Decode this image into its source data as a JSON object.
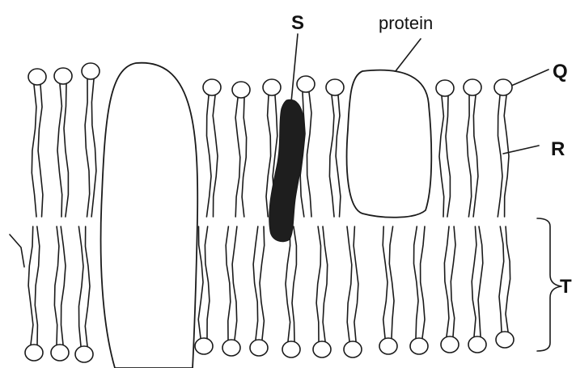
{
  "diagram": {
    "labels": {
      "s": "S",
      "protein": "protein",
      "q": "Q",
      "r": "R",
      "t": "T"
    },
    "colors": {
      "line": "#1a1a1a",
      "dark_molecule": "#1e1e1e",
      "background": "#ffffff"
    }
  }
}
